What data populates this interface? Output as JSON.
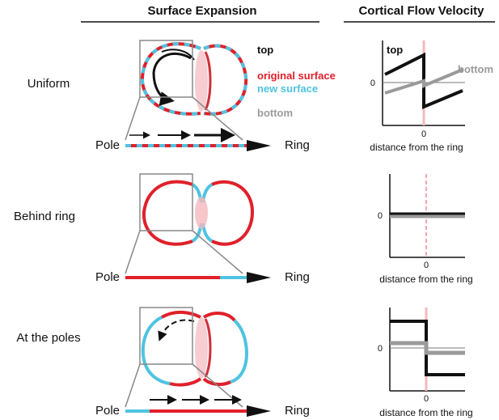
{
  "headers": {
    "surface_expansion": "Surface Expansion",
    "cortical_flow_velocity": "Cortical Flow Velocity"
  },
  "legend": {
    "top": "top",
    "original_surface": "original surface",
    "new_surface": "new surface",
    "bottom": "bottom"
  },
  "colors": {
    "original_surface": "#e0202a",
    "new_surface": "#4fc3e0",
    "top_series": "#111111",
    "bottom_series": "#9a9a9a",
    "ring": "#f4b8bd"
  },
  "rows": [
    {
      "label": "Uniform",
      "pole_label": "Pole",
      "ring_label": "Ring",
      "chart": {
        "zero_y": "0",
        "zero_x": "0",
        "xlabel": "distance from the ring",
        "series_top_label": "top",
        "series_bottom_label": "bottom"
      }
    },
    {
      "label": "Behind ring",
      "pole_label": "Pole",
      "ring_label": "Ring",
      "chart": {
        "zero_y": "0",
        "zero_x": "0",
        "xlabel": "distance from the ring"
      }
    },
    {
      "label": "At the poles",
      "pole_label": "Pole",
      "ring_label": "Ring",
      "chart": {
        "zero_y": "0",
        "zero_x": "0",
        "xlabel": "distance from the ring"
      }
    }
  ]
}
